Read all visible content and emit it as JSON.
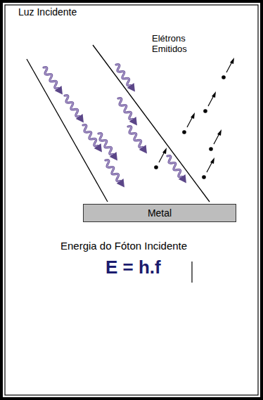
{
  "diagram": {
    "nodes": [
      {
        "text": [
          "Metal"
        ]
      }
    ],
    "labels": [
      "Luz Incidente",
      "Elétrons Emitidos",
      "Energia do Fóton Incidente",
      "E = h.f"
    ]
  }
}
